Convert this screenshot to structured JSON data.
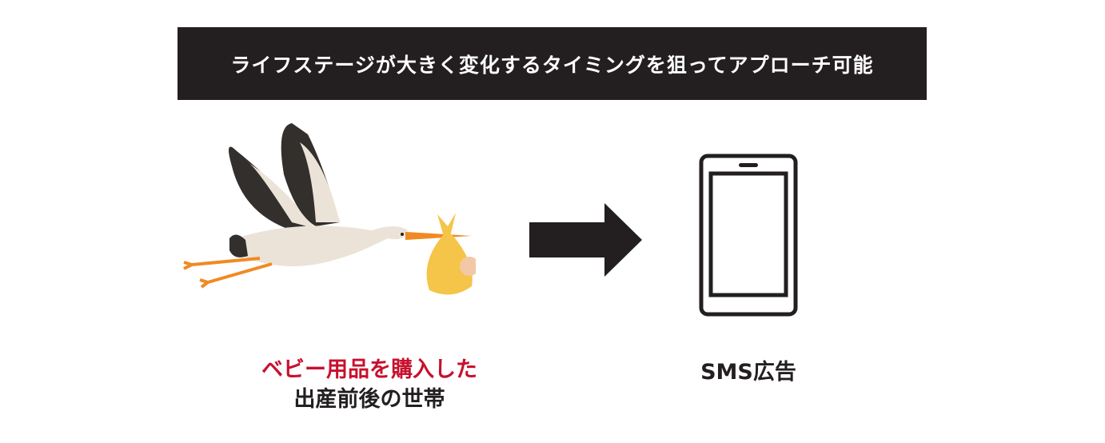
{
  "banner": {
    "text": "ライフステージが大きく変化するタイミングを狙ってアプローチ可能"
  },
  "left_caption": {
    "line1": "ベビー用品を購入した",
    "line2": "出産前後の世帯"
  },
  "right_caption": {
    "text": "SMS広告"
  },
  "colors": {
    "banner_bg": "#231f20",
    "highlight": "#c8102e",
    "stork_body": "#ece3d8",
    "beak": "#f08a24",
    "bundle": "#f5c54a"
  }
}
